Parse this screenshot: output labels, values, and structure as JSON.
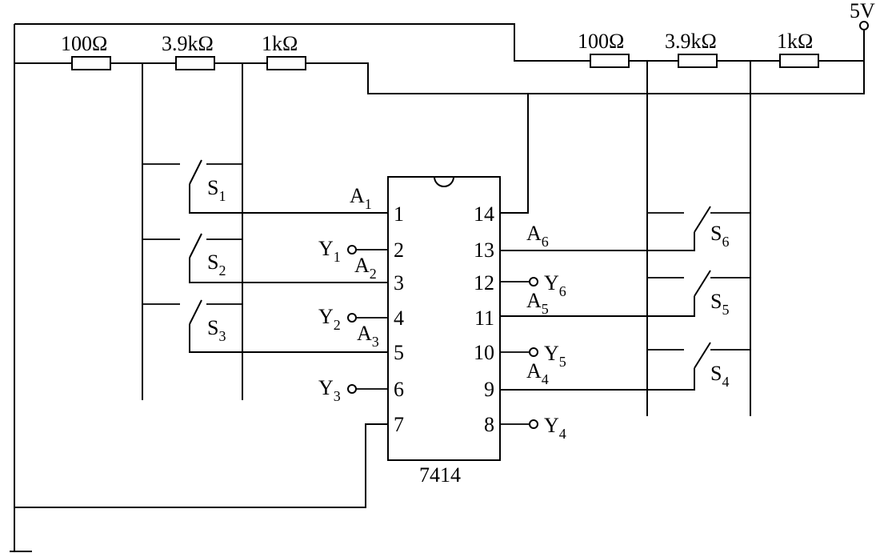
{
  "supply": {
    "label": "5V"
  },
  "chip": {
    "label": "7414"
  },
  "left_resistors": [
    "100Ω",
    "3.9kΩ",
    "1kΩ"
  ],
  "right_resistors": [
    "100Ω",
    "3.9kΩ",
    "1kΩ"
  ],
  "left_pins": [
    "1",
    "2",
    "3",
    "4",
    "5",
    "6",
    "7"
  ],
  "right_pins": [
    "14",
    "13",
    "12",
    "11",
    "10",
    "9",
    "8"
  ],
  "switches": {
    "s1": {
      "main": "S",
      "sub": "1"
    },
    "s2": {
      "main": "S",
      "sub": "2"
    },
    "s3": {
      "main": "S",
      "sub": "3"
    },
    "s4": {
      "main": "S",
      "sub": "4"
    },
    "s5": {
      "main": "S",
      "sub": "5"
    },
    "s6": {
      "main": "S",
      "sub": "6"
    }
  },
  "inputs": {
    "a1": {
      "main": "A",
      "sub": "1"
    },
    "a2": {
      "main": "A",
      "sub": "2"
    },
    "a3": {
      "main": "A",
      "sub": "3"
    },
    "a4": {
      "main": "A",
      "sub": "4"
    },
    "a5": {
      "main": "A",
      "sub": "5"
    },
    "a6": {
      "main": "A",
      "sub": "6"
    }
  },
  "outputs": {
    "y1": {
      "main": "Y",
      "sub": "1"
    },
    "y2": {
      "main": "Y",
      "sub": "2"
    },
    "y3": {
      "main": "Y",
      "sub": "3"
    },
    "y4": {
      "main": "Y",
      "sub": "4"
    },
    "y5": {
      "main": "Y",
      "sub": "5"
    },
    "y6": {
      "main": "Y",
      "sub": "6"
    }
  }
}
